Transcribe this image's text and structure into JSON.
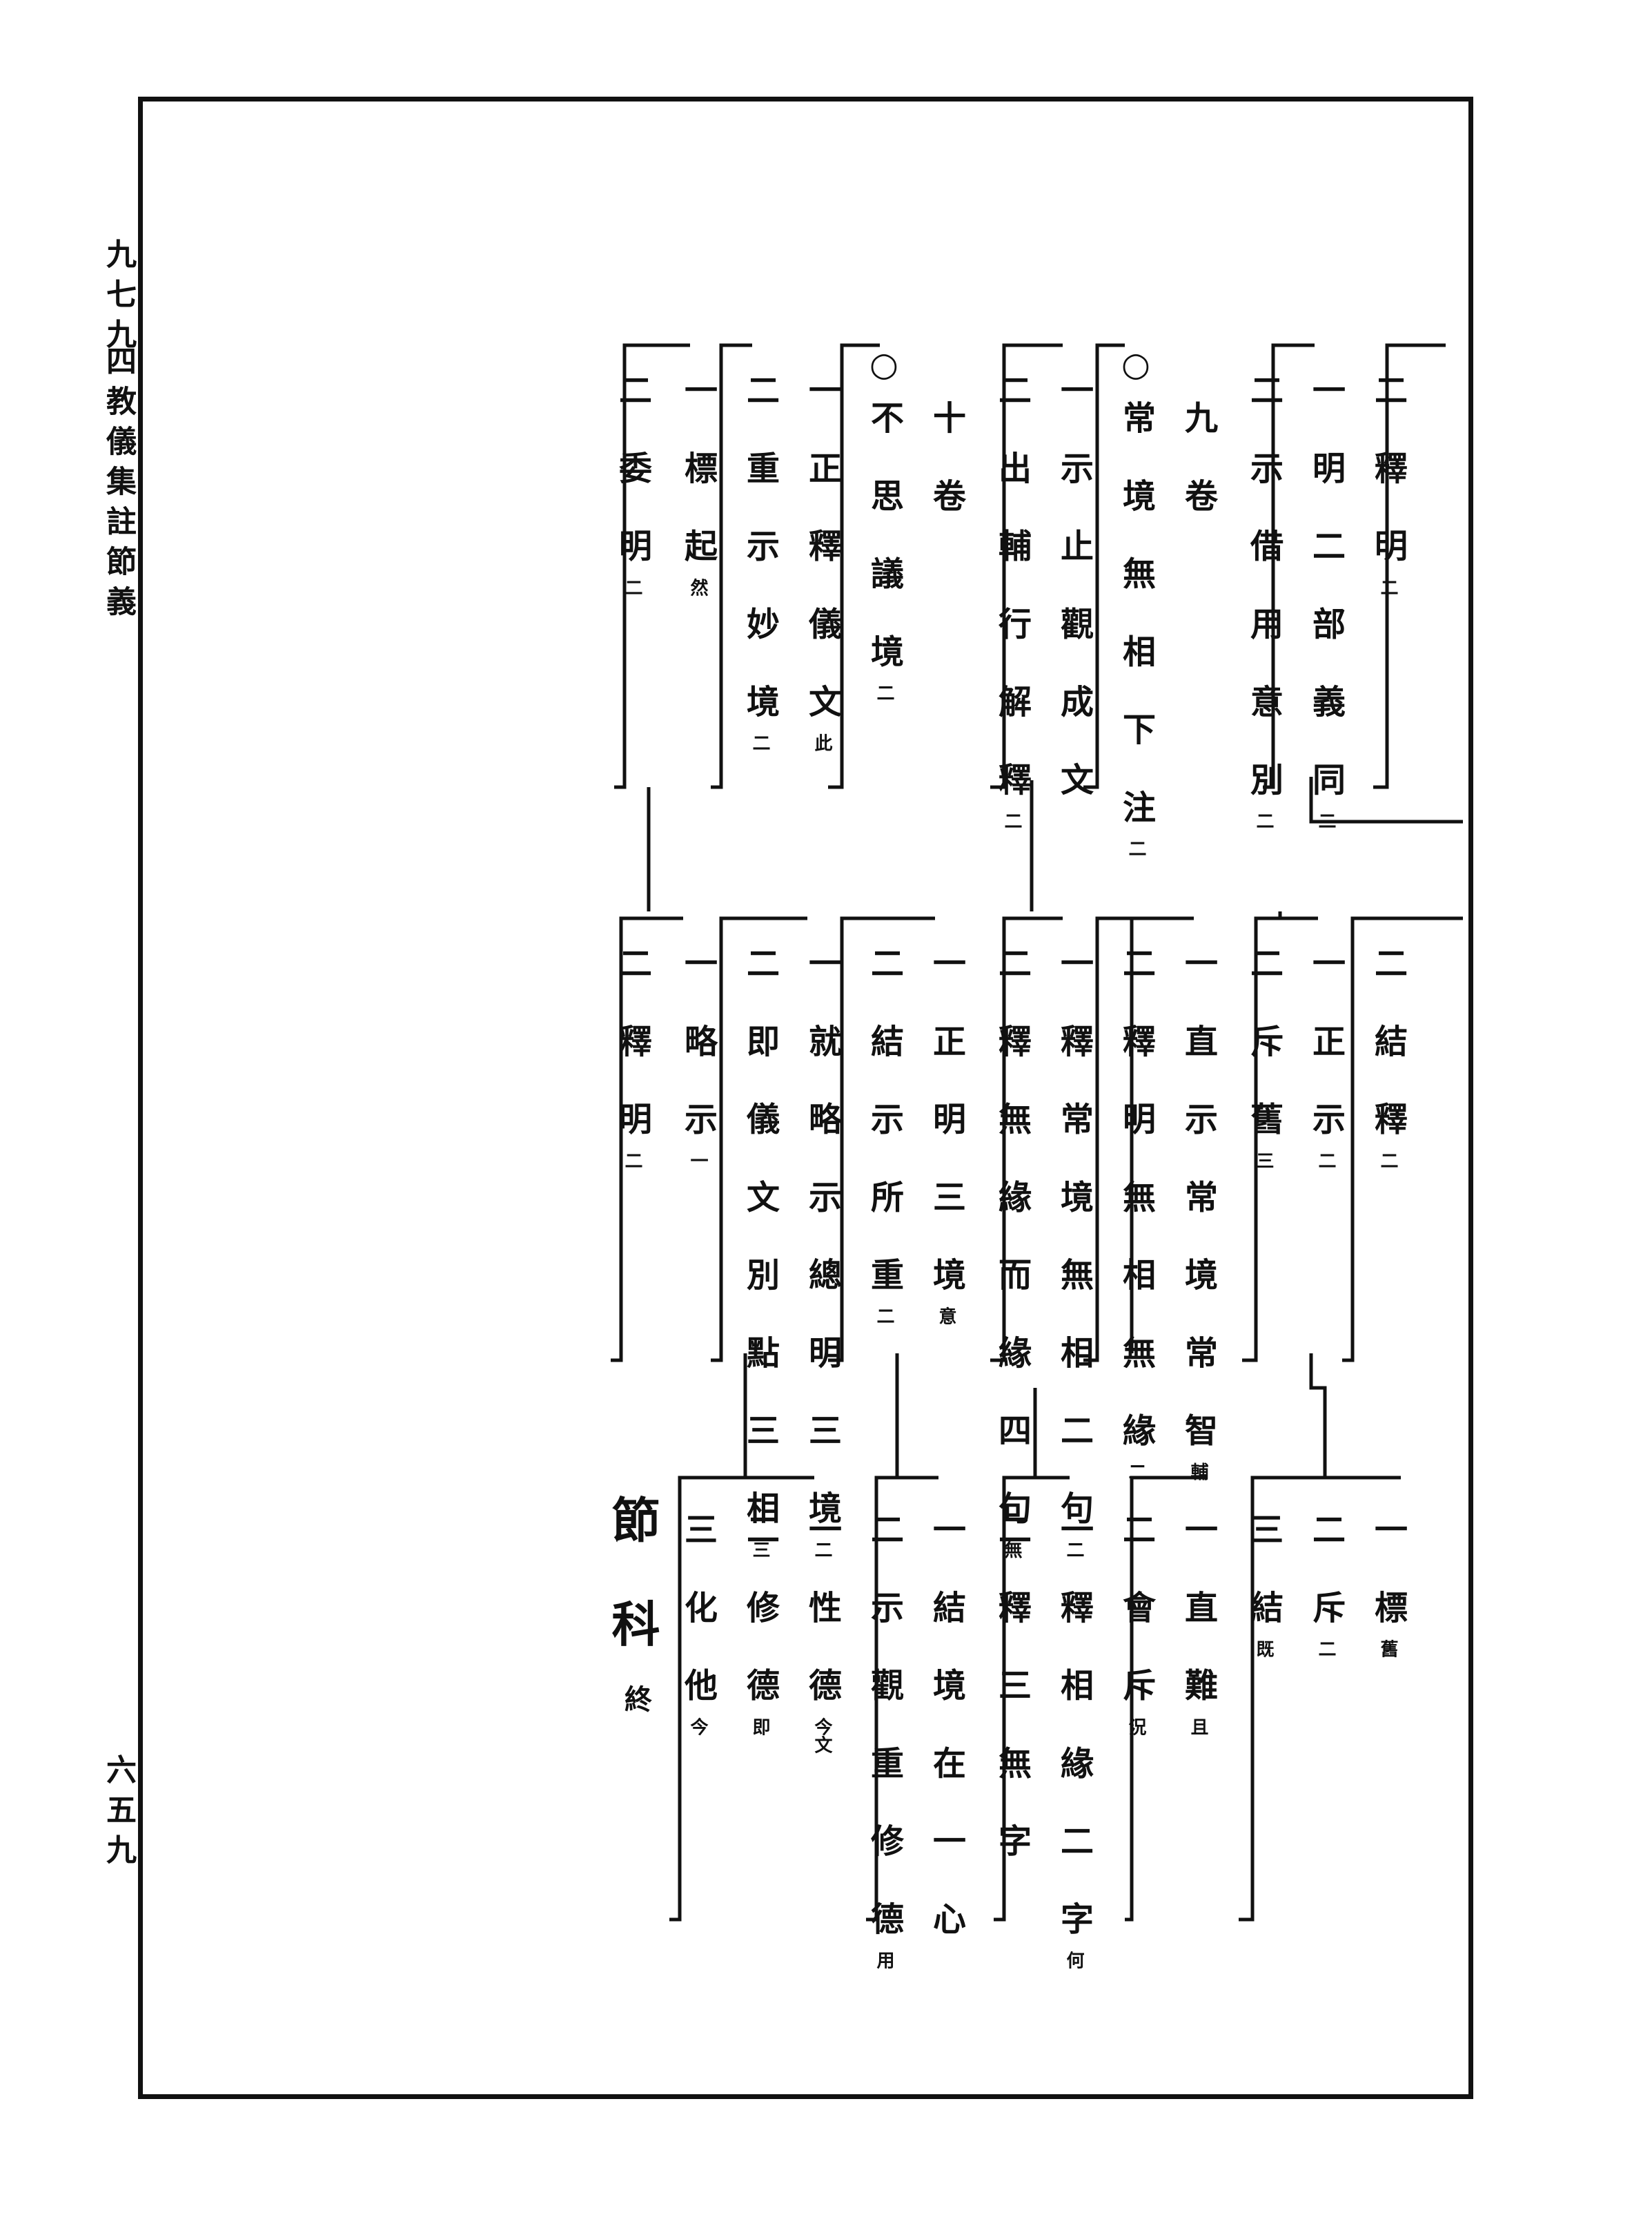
{
  "margin": {
    "volume": "九七九",
    "book_title": "四教儀集註節義",
    "page_number": "六五九"
  },
  "row1": [
    {
      "id": "r1c1",
      "text": "二 釋 明",
      "note": "二"
    },
    {
      "id": "r1c2",
      "text": "一 明 二 部 義 同",
      "note": "二"
    },
    {
      "id": "r1c3",
      "text": "二 示 借 用 意 別",
      "note": "二"
    },
    {
      "id": "r1c4",
      "text": "九 卷",
      "note": ""
    },
    {
      "id": "r1c5",
      "text": "○常 境 無 相 下 注",
      "note": "二"
    },
    {
      "id": "r1c6",
      "text": "一 示 止 觀 成 文",
      "note": ""
    },
    {
      "id": "r1c7",
      "text": "二 出 輔 行 解 釋",
      "note": "二"
    },
    {
      "id": "r1c8",
      "text": "十 卷",
      "note": ""
    },
    {
      "id": "r1c9",
      "text": "○不 思 議 境",
      "note": "二"
    },
    {
      "id": "r1c10",
      "text": "一 正 釋 儀 文",
      "note": "此"
    },
    {
      "id": "r1c11",
      "text": "二 重 示 妙 境",
      "note": "二"
    },
    {
      "id": "r1c12",
      "text": "一 標 起",
      "note": "然"
    },
    {
      "id": "r1c13",
      "text": "二 委 明",
      "note": "二"
    }
  ],
  "row2": [
    {
      "id": "r2c1",
      "text": "二 結 釋",
      "note": "二"
    },
    {
      "id": "r2c2",
      "text": "一 正 示",
      "note": "二"
    },
    {
      "id": "r2c3",
      "text": "二 斥 舊",
      "note": "三"
    },
    {
      "id": "r2c4",
      "text": "一 直 示 常 境 常 智",
      "note": "輔"
    },
    {
      "id": "r2c5",
      "text": "二 釋 明 無 相 無 緣",
      "note": "二"
    },
    {
      "id": "r2c6",
      "text": "一 釋 常 境 無 相 二 句",
      "note": "二"
    },
    {
      "id": "r2c7",
      "text": "二 釋 無 緣 而 緣 四 句",
      "note": "無"
    },
    {
      "id": "r2c8",
      "text": "一 正 明 三 境",
      "note": "意"
    },
    {
      "id": "r2c9",
      "text": "二 結 示 所 重",
      "note": "二"
    },
    {
      "id": "r2c10",
      "text": "一 就 略 示 總 明 三 境",
      "note": "二"
    },
    {
      "id": "r2c11",
      "text": "二 即 儀 文 別 點 三 相",
      "note": "三"
    },
    {
      "id": "r2c12",
      "text": "一 略 示",
      "note": "一"
    },
    {
      "id": "r2c13",
      "text": "二 釋 明",
      "note": "二"
    }
  ],
  "row3": [
    {
      "id": "r3c1",
      "text": "一 標",
      "note": "舊"
    },
    {
      "id": "r3c2",
      "text": "二 斥",
      "note": "二"
    },
    {
      "id": "r3c3",
      "text": "三 結",
      "note": "既"
    },
    {
      "id": "r3c4",
      "text": "一 直 難",
      "note": "且"
    },
    {
      "id": "r3c5",
      "text": "二 會 斥",
      "note": "況"
    },
    {
      "id": "r3c6",
      "text": "一 釋 相 緣 二 字",
      "note": "何"
    },
    {
      "id": "r3c7",
      "text": "二 釋 三 無 字",
      "note": ""
    },
    {
      "id": "r3c8",
      "text": "一 結 境 在 一 心",
      "note": ""
    },
    {
      "id": "r3c9",
      "text": "二 示 觀 重 修 德",
      "note": "用"
    },
    {
      "id": "r3c10",
      "text": "一 性 德",
      "note": "今文"
    },
    {
      "id": "r3c11",
      "text": "二 修 德",
      "note": "即"
    },
    {
      "id": "r3c12",
      "text": "三 化 他",
      "note": "今"
    }
  ],
  "closing": {
    "main": "節 科",
    "end": "終"
  }
}
